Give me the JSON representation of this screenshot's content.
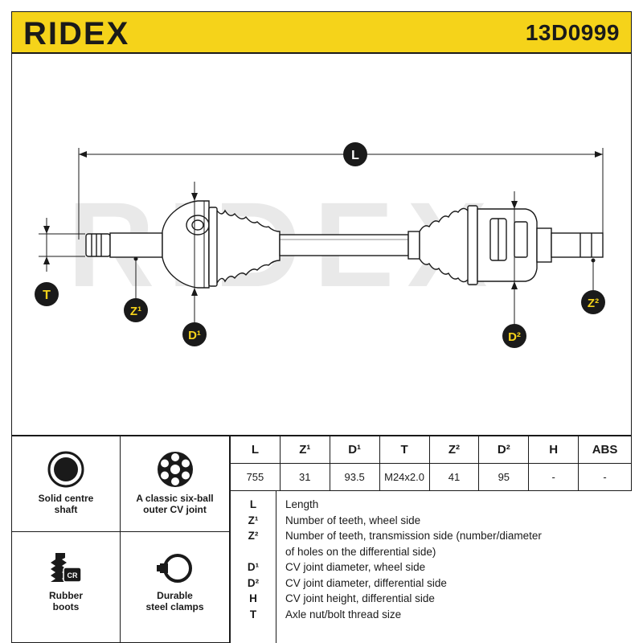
{
  "header": {
    "brand": "RIDEX",
    "part_number": "13D0999",
    "background_color": "#f5d31a"
  },
  "drawing": {
    "watermark": "RIDEX",
    "labels": {
      "L": "L",
      "T": "T",
      "Z1": "Z¹",
      "D1": "D¹",
      "D2": "D²",
      "Z2": "Z²"
    },
    "label_colors": {
      "badge_fill": "#1a1a1a",
      "badge_text": "#f5d31a",
      "L_badge_text": "#ffffff"
    }
  },
  "features": [
    {
      "icon": "solid-shaft-icon",
      "label_line1": "Solid centre",
      "label_line2": "shaft"
    },
    {
      "icon": "six-ball-joint-icon",
      "label_line1": "A classic six-ball",
      "label_line2": "outer CV joint"
    },
    {
      "icon": "rubber-boot-icon",
      "icon_text": "CR",
      "label_line1": "Rubber",
      "label_line2": "boots"
    },
    {
      "icon": "steel-clamp-icon",
      "label_line1": "Durable",
      "label_line2": "steel clamps"
    }
  ],
  "spec_table": {
    "headers": [
      "L",
      "Z¹",
      "D¹",
      "T",
      "Z²",
      "D²",
      "H",
      "ABS"
    ],
    "values": [
      "755",
      "31",
      "93.5",
      "M24x2.0",
      "41",
      "95",
      "-",
      "-"
    ]
  },
  "legend": [
    {
      "key": "L",
      "desc": "Length"
    },
    {
      "key": "Z¹",
      "desc": "Number of teeth, wheel side"
    },
    {
      "key": "Z²",
      "desc": "Number of teeth, transmission side (number/diameter"
    },
    {
      "key": "",
      "desc": "of holes on the differential side)"
    },
    {
      "key": "D¹",
      "desc": "CV joint diameter, wheel side"
    },
    {
      "key": "D²",
      "desc": "CV joint diameter, differential side"
    },
    {
      "key": "H",
      "desc": "CV joint height, differential side"
    },
    {
      "key": "T",
      "desc": "Axle nut/bolt thread size"
    }
  ]
}
